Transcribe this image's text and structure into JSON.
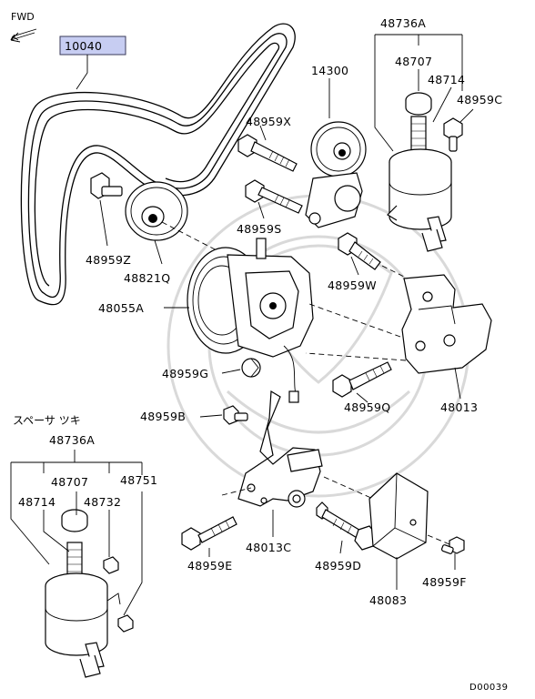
{
  "diagram": {
    "direction_label": "FWD",
    "spacer_note": "スペーサ ツキ",
    "drawing_code": "D00039",
    "highlight_color": "#c7cdf2",
    "parts": {
      "belt": "10040",
      "idler_bolt": "48959Z",
      "idler_pulley": "48821Q",
      "pump": "48055A",
      "bolt_g": "48959G",
      "bolt_b": "48959B",
      "tensioner": "14300",
      "bolt_x": "48959X",
      "bolt_s": "48959S",
      "reservoir_top": "48736A",
      "cap_top": "48707",
      "label_48714_top": "48714",
      "bolt_c": "48959C",
      "bolt_w": "48959W",
      "bracket": "48013",
      "bolt_q": "48959Q",
      "stay": "48013C",
      "bolt_e": "48959E",
      "bolt_d": "48959D",
      "cover": "48083",
      "bolt_f": "48959F",
      "reservoir_alt": "48736A",
      "cap_alt": "48707",
      "spacer": "48751",
      "label_48714_alt": "48714",
      "nut_alt": "48732"
    }
  }
}
